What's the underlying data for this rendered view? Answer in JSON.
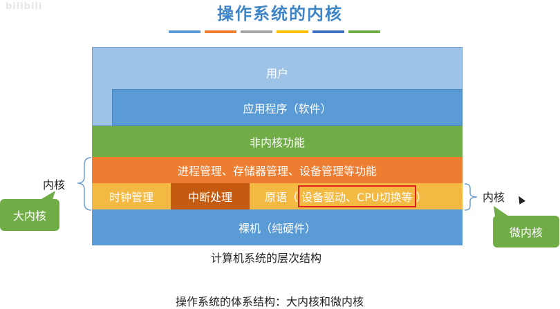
{
  "watermark": "bilibili",
  "title": "操作系统的内核",
  "colors": {
    "title": "#3e85c8",
    "deco_bars": [
      "#5b9bd5",
      "#ed7d31",
      "#a5a5a5",
      "#ffc000",
      "#4472c4",
      "#70ad47"
    ],
    "user": "#9dc3e6",
    "app": "#5b9bd5",
    "non_kernel": "#70ad47",
    "process_mgmt": "#ed7d31",
    "primitive_bg": "#f4b942",
    "interrupt": "#c55a11",
    "hardware": "#5b9bd5",
    "highlight_border": "#e02020",
    "callout": "#70ad47"
  },
  "layers": {
    "user": "用户",
    "app": "应用程序（软件）",
    "non_kernel": "非内核功能",
    "process_mgmt": "进程管理、存储器管理、设备管理等功能",
    "clock": "时钟管理",
    "interrupt": "中断处理",
    "primitive_prefix": "原语（",
    "primitive_highlight": "设备驱动、CPU切换等",
    "primitive_suffix": "）",
    "hardware": "裸机（纯硬件）"
  },
  "labels": {
    "kernel_left": "内核",
    "kernel_right": "内核",
    "macro_kernel": "大内核",
    "micro_kernel": "微内核"
  },
  "captions": {
    "diagram": "计算机系统的层次结构",
    "bottom": "操作系统的体系结构：大内核和微内核"
  }
}
